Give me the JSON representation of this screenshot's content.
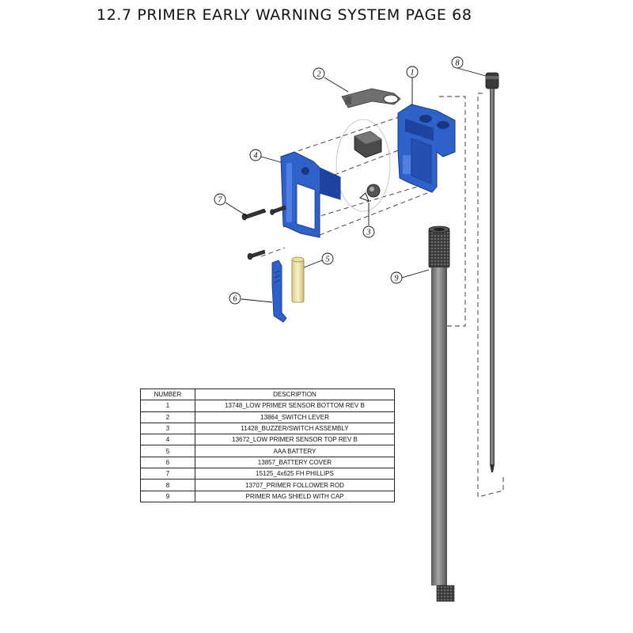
{
  "title": "12.7 PRIMER EARLY WARNING SYSTEM PAGE 68",
  "colors": {
    "part_blue": "#2f62c9",
    "part_blue_dark": "#1e44a0",
    "rod_gray": "#7c7c7c",
    "battery": "#ece4a8"
  },
  "callouts": [
    "1",
    "2",
    "3",
    "4",
    "5",
    "6",
    "7",
    "8",
    "9"
  ],
  "table": {
    "headers": {
      "number": "NUMBER",
      "description": "DESCRIPTION"
    },
    "rows": [
      {
        "number": "1",
        "description": "13748_LOW PRIMER SENSOR BOTTOM REV B"
      },
      {
        "number": "2",
        "description": "13864_SWITCH LEVER"
      },
      {
        "number": "3",
        "description": "11428_BUZZER/SWITCH ASSEMBLY"
      },
      {
        "number": "4",
        "description": "13672_LOW PRIMER SENSOR TOP REV B"
      },
      {
        "number": "5",
        "description": "AAA BATTERY"
      },
      {
        "number": "6",
        "description": "13857_BATTERY COVER"
      },
      {
        "number": "7",
        "description": "15125_4x625 FH PHILLIPS"
      },
      {
        "number": "8",
        "description": "13707_PRIMER FOLLOWER ROD"
      },
      {
        "number": "9",
        "description": "PRIMER MAG SHIELD WITH CAP"
      }
    ]
  }
}
